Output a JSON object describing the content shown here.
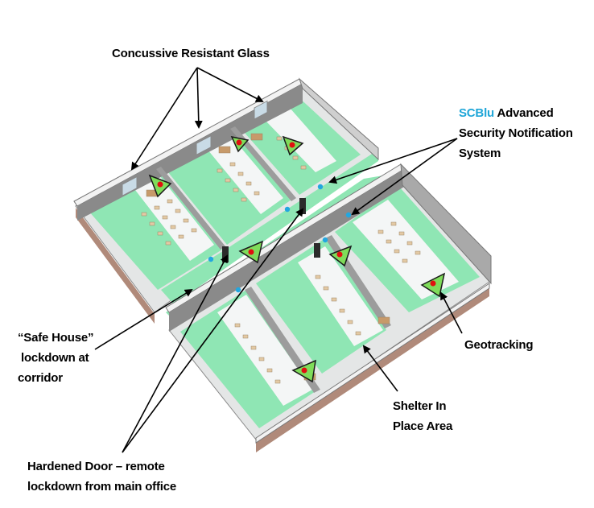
{
  "labels": {
    "glass": "Concussive Resistant Glass",
    "scblu_brand": "SCBlu",
    "scblu_rest": "Advanced",
    "scblu_line2": "Security Notification",
    "scblu_line3": "System",
    "safe_line1": "“Safe House”",
    "safe_line2": "lockdown at",
    "safe_line3": "corridor",
    "geotracking": "Geotracking",
    "shelter_line1": "Shelter In",
    "shelter_line2": "Place Area",
    "door_line1": "Hardened Door – remote",
    "door_line2": "lockdown from main office"
  },
  "colors": {
    "shelter_floor": "#8fe6b4",
    "corridor_floor": "#d9dcdc",
    "wall_top": "#f2f2f2",
    "wall_side": "#9c9c9c",
    "brick": "#b08a7a",
    "tracker_fill": "#7fdc5a",
    "tracker_dot": "#e01010",
    "notifier": "#22a7e0",
    "brand": "#1fa6d8"
  },
  "icons": [
    "geotracking-tracker-icon",
    "notification-sensor-icon",
    "hardened-door-icon",
    "window-icon",
    "desk-icon",
    "chair-icon"
  ]
}
